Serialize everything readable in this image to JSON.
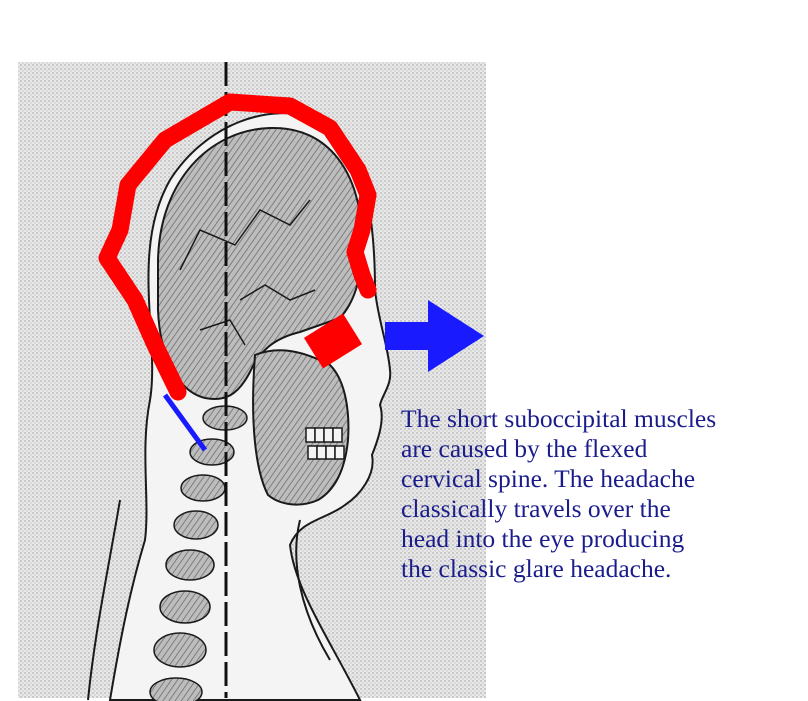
{
  "caption": {
    "lines": [
      "The short suboccipital muscles",
      "are caused by the flexed",
      "cervical spine. The headache",
      "classically travels over the",
      "head into the eye producing",
      "the classic glare headache."
    ]
  },
  "colors": {
    "pain_path": "#ff0000",
    "muscle_line": "#1a1aff",
    "arrow": "#1a1aff",
    "caption_text": "#1a1c8c",
    "background_stipple": "#c9c9c9",
    "anatomy_ink": "#1a1a1a"
  },
  "icons": {
    "arrow": "right-arrow-icon"
  }
}
